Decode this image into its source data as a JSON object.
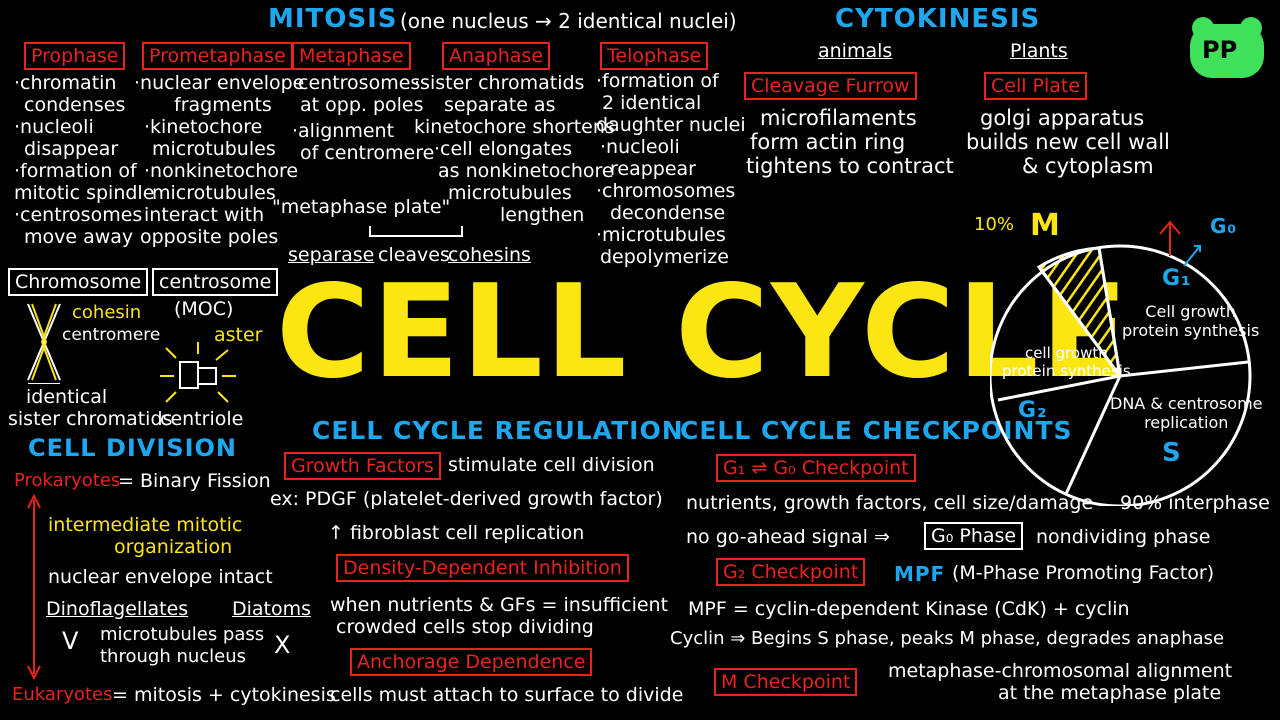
{
  "header": {
    "mitosis_title": "MITOSIS",
    "mitosis_note": "(one nucleus → 2 identical nuclei)",
    "cytokinesis_title": "CYTOKINESIS",
    "logo_text": "PP"
  },
  "phases": [
    {
      "name": "Prophase",
      "lines": [
        "·chromatin",
        "condenses",
        "·nucleoli",
        "disappear",
        "·formation of",
        "mitotic spindle",
        "·centrosomes",
        "move away"
      ]
    },
    {
      "name": "Prometaphase",
      "lines": [
        "·nuclear envelope",
        "fragments",
        "·kinetochore",
        "microtubules",
        "·nonkinetochore",
        "microtubules",
        "interact with",
        "opposite poles"
      ]
    },
    {
      "name": "Metaphase",
      "lines": [
        "·centrosomes",
        "at opp. poles",
        "·alignment",
        "of centromere",
        "\"metaphase plate\""
      ]
    },
    {
      "name": "Anaphase",
      "lines": [
        "·sister chromatids",
        "separate as",
        "kinetochore shortens",
        "·cell elongates",
        "as nonkinetochore",
        "microtubules",
        "lengthen"
      ]
    },
    {
      "name": "Telophase",
      "lines": [
        "·formation of",
        "2 identical",
        "daughter nuclei",
        "·nucleoli",
        "reappear",
        "·chromosomes",
        "decondense",
        "·microtubules",
        "depolymerize"
      ]
    }
  ],
  "separase": {
    "a": "separase",
    "b": "cleaves",
    "c": "cohesins"
  },
  "chromosome": {
    "label": "Chromosome",
    "cohesin": "cohesin",
    "centromere": "centromere",
    "bottom": [
      "identical",
      "sister chromatids"
    ]
  },
  "centrosome": {
    "label": "centrosome",
    "moc": "(MOC)",
    "aster": "aster",
    "centriole": "centriole"
  },
  "cytokinesis": {
    "animals": {
      "heading": "animals",
      "box": "Cleavage Furrow",
      "lines": [
        "microfilaments",
        "form actin ring",
        "tightens to contract"
      ]
    },
    "plants": {
      "heading": "Plants",
      "box": "Cell Plate",
      "lines": [
        "golgi apparatus",
        "builds new cell wall",
        "& cytoplasm"
      ]
    }
  },
  "main_title": "CELL CYCLE",
  "cell_division": {
    "title": "CELL DIVISION",
    "prokaryotes": "Prokaryotes",
    "binary": "= Binary Fission",
    "intermediate": [
      "intermediate mitotic",
      "organization"
    ],
    "envelope": "nuclear envelope intact",
    "dino": "Dinoflagellates",
    "diatoms": "Diatoms",
    "check": "V",
    "micro": [
      "microtubules pass",
      "through nucleus"
    ],
    "cross": "X",
    "eukaryotes": "Eukaryotes",
    "mitosis_plus": "= mitosis + cytokinesis"
  },
  "regulation": {
    "title": "CELL CYCLE REGULATION",
    "growth_box": "Growth Factors",
    "growth_text": "stimulate cell division",
    "ex": "ex: PDGF (platelet-derived growth factor)",
    "fibro": "↑ fibroblast cell replication",
    "density_box": "Density-Dependent Inhibition",
    "density_lines": [
      "when nutrients & GFs = insufficient",
      "crowded cells stop dividing"
    ],
    "anchor_box": "Anchorage Dependence",
    "anchor_text": "cells must attach to surface to divide"
  },
  "checkpoints": {
    "title": "CELL CYCLE CHECKPOINTS",
    "g1_box": "G₁ ⇌ G₀ Checkpoint",
    "g1_line": "nutrients, growth factors, cell size/damage",
    "interphase": "90% interphase",
    "no_go": "no go-ahead signal ⇒",
    "g0_box": "G₀ Phase",
    "nondividing": "nondividing phase",
    "g2_box": "G₂ Checkpoint",
    "mpf": "MPF",
    "mpf_full": "(M-Phase Promoting Factor)",
    "mpf_eq": "MPF = cyclin-dependent Kinase (CdK) + cyclin",
    "cyclin": "Cyclin ⇒ Begins S phase, peaks M phase, degrades anaphase",
    "m_box": "M Checkpoint",
    "m_lines": [
      "metaphase-chromosomal alignment",
      "at the metaphase plate"
    ]
  },
  "pie": {
    "m_percent": "10%",
    "m": "M",
    "go": "G₀",
    "g1": "G₁",
    "g1_text": [
      "Cell growth",
      "protein synthesis"
    ],
    "g2": "G₂",
    "g2_text": [
      "cell growth",
      "protein synthesis"
    ],
    "s": "S",
    "s_text": [
      "DNA & centrosome",
      "replication"
    ]
  }
}
